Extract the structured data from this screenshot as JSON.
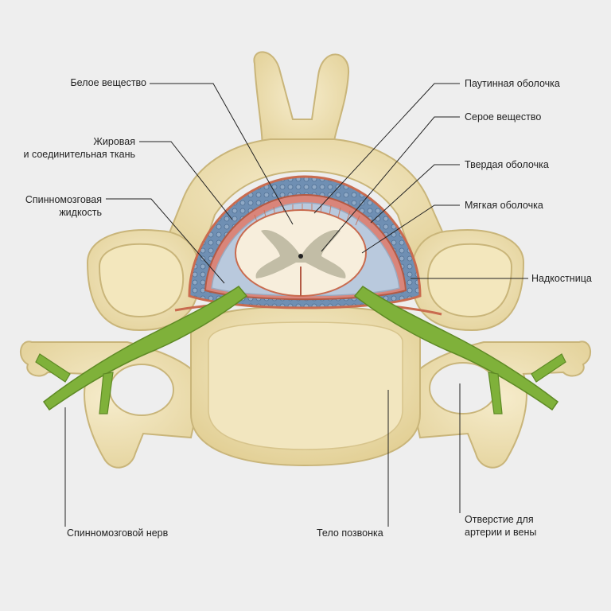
{
  "labels": {
    "white_matter": "Белое вещество",
    "fat_connective_line1": "Жировая",
    "fat_connective_line2": "и соединительная ткань",
    "csf_line1": "Спинномозговая",
    "csf_line2": "жидкость",
    "arachnoid": "Паутинная оболочка",
    "gray_matter": "Серое вещество",
    "dura": "Твердая оболочка",
    "pia": "Мягкая оболочка",
    "periosteum": "Надкостница",
    "spinal_nerve": "Спинномозговой нерв",
    "vertebral_body": "Тело позвонка",
    "foramen_line1": "Отверстие для",
    "foramen_line2": "артерии и вены"
  },
  "colors": {
    "background": "#eeeeee",
    "bone": "#efe3b4",
    "bone_outline": "#c9b57a",
    "nerve": "#7fb13a",
    "dura": "#c96b4f",
    "fat": "#6f8fb3",
    "csf": "#b9c9dd",
    "cord": "#f7eedc",
    "gray_matter": "#b8b49c"
  }
}
